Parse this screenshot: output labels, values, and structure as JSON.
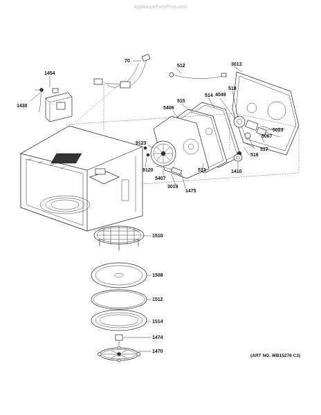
{
  "watermark": "AppliancePartsPros.com",
  "art_number": "(ART NO. WB15276 C3)",
  "callouts": [
    {
      "id": "70",
      "label": "70"
    },
    {
      "id": "512",
      "label": "512"
    },
    {
      "id": "3013",
      "label": "3013"
    },
    {
      "id": "1454",
      "label": "1454"
    },
    {
      "id": "1430",
      "label": "1430"
    },
    {
      "id": "518",
      "label": "518"
    },
    {
      "id": "514",
      "label": "514"
    },
    {
      "id": "4049",
      "label": "4049"
    },
    {
      "id": "515",
      "label": "515"
    },
    {
      "id": "5406",
      "label": "5406"
    },
    {
      "id": "5023",
      "label": "5023"
    },
    {
      "id": "5067",
      "label": "5067"
    },
    {
      "id": "517",
      "label": "517"
    },
    {
      "id": "516",
      "label": "516"
    },
    {
      "id": "9123",
      "label": "9123"
    },
    {
      "id": "9120",
      "label": "9120"
    },
    {
      "id": "5407",
      "label": "5407"
    },
    {
      "id": "3019",
      "label": "3019"
    },
    {
      "id": "1475",
      "label": "1475"
    },
    {
      "id": "513",
      "label": "513"
    },
    {
      "id": "1410",
      "label": "1410"
    },
    {
      "id": "1510",
      "label": "1510"
    },
    {
      "id": "1508",
      "label": "1508"
    },
    {
      "id": "1512",
      "label": "1512"
    },
    {
      "id": "1514",
      "label": "1514"
    },
    {
      "id": "1474",
      "label": "1474"
    },
    {
      "id": "1470",
      "label": "1470"
    }
  ]
}
